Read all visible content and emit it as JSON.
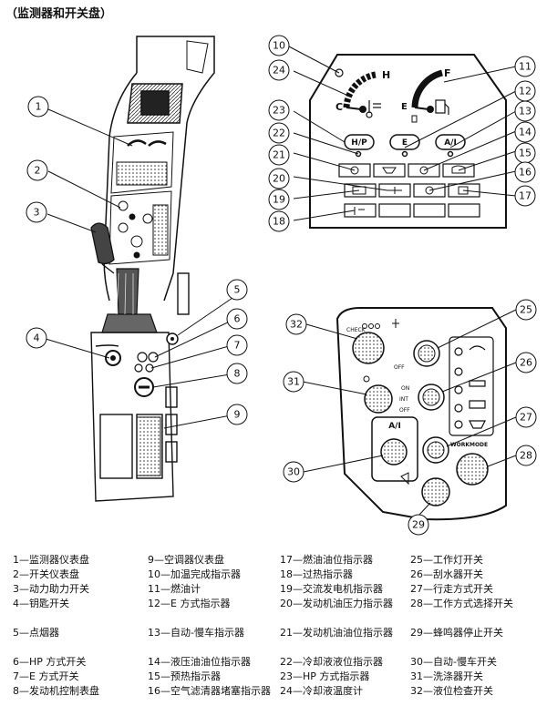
{
  "title": "（监测器和开关盘）",
  "labels": {
    "H": "H",
    "C": "C",
    "F": "F",
    "E": "E",
    "hp": "H/P",
    "e_mode": "E",
    "ai": "A/I",
    "check": "CHECK",
    "off": "OFF",
    "on": "ON",
    "int": "INT",
    "ai2": "A/I",
    "workmode": "WORKMODE"
  },
  "legend": [
    {
      "num": "1",
      "text": "1—监测器仪表盘"
    },
    {
      "num": "2",
      "text": "2—开关仪表盘"
    },
    {
      "num": "3",
      "text": "3—动力助力开关"
    },
    {
      "num": "4",
      "text": "4—钥匙开关"
    },
    {
      "num": "5",
      "text": "5—点烟器"
    },
    {
      "num": "6",
      "text": "6—HP 方式开关"
    },
    {
      "num": "7",
      "text": "7—E 方式开关"
    },
    {
      "num": "8",
      "text": "8—发动机控制表盘"
    },
    {
      "num": "9",
      "text": "9—空调器仪表盘"
    },
    {
      "num": "10",
      "text": "10—加温完成指示器"
    },
    {
      "num": "11",
      "text": "11—燃油计"
    },
    {
      "num": "12",
      "text": "12—E 方式指示器"
    },
    {
      "num": "13",
      "text": "13—自动-慢车指示器"
    },
    {
      "num": "14",
      "text": "14—液压油油位指示器"
    },
    {
      "num": "15",
      "text": "15—预热指示器"
    },
    {
      "num": "16",
      "text": "16—空气滤清器堵塞指示器"
    },
    {
      "num": "17",
      "text": "17—燃油油位指示器"
    },
    {
      "num": "18",
      "text": "18—过热指示器"
    },
    {
      "num": "19",
      "text": "19—交流发电机指示器"
    },
    {
      "num": "20",
      "text": "20—发动机油压力指示器"
    },
    {
      "num": "21",
      "text": "21—发动机油油位指示器"
    },
    {
      "num": "22",
      "text": "22—冷却液液位指示器"
    },
    {
      "num": "23",
      "text": "23—HP 方式指示器"
    },
    {
      "num": "24",
      "text": "24—冷却液温度计"
    },
    {
      "num": "25",
      "text": "25—工作灯开关"
    },
    {
      "num": "26",
      "text": "26—刮水器开关"
    },
    {
      "num": "27",
      "text": "27—行走方式开关"
    },
    {
      "num": "28",
      "text": "28—工作方式选择开关"
    },
    {
      "num": "29",
      "text": "29—蜂鸣器停止开关"
    },
    {
      "num": "30",
      "text": "30—自动-慢车开关"
    },
    {
      "num": "31",
      "text": "31—洗涤器开关"
    },
    {
      "num": "32",
      "text": "32—液位检查开关"
    }
  ]
}
